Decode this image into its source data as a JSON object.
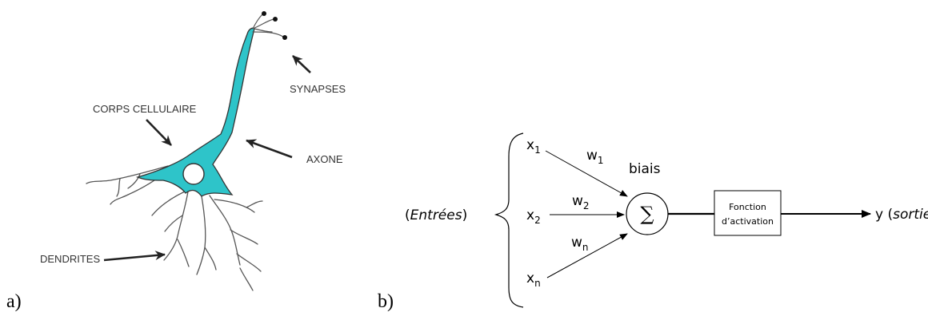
{
  "panel_a": {
    "caption": "a)",
    "labels": {
      "synapses": "SYNAPSES",
      "corps_cellulaire": "CORPS CELLULAIRE",
      "axone": "AXONE",
      "dendrites": "DENDRITES"
    },
    "cell_color": "#2ec4c9"
  },
  "panel_b": {
    "caption": "b)",
    "inputs_label": "Entrées",
    "inputs": [
      {
        "base": "x",
        "sub": "1"
      },
      {
        "base": "x",
        "sub": "2"
      },
      {
        "base": "x",
        "sub": "n"
      }
    ],
    "weights": [
      {
        "base": "w",
        "sub": "1"
      },
      {
        "base": "w",
        "sub": "2"
      },
      {
        "base": "w",
        "sub": "n"
      }
    ],
    "bias_label": "biais",
    "sum_symbol": "∑",
    "activation_box": {
      "line1": "Fonction",
      "line2": "d’activation"
    },
    "output": {
      "symbol": "y",
      "label": "sortie"
    }
  }
}
